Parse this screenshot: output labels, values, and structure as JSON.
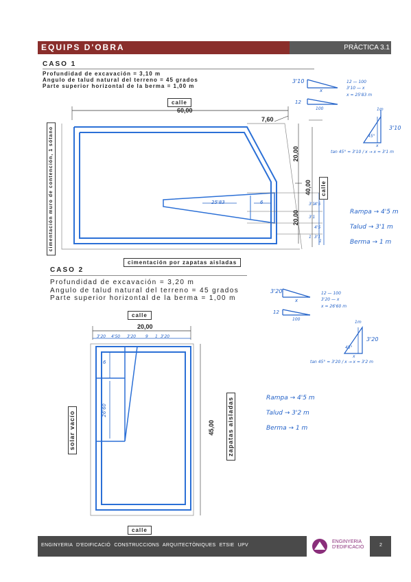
{
  "header": {
    "title": "EQUIPS D'OBRA",
    "practice": "PRÀCTICA 3.1"
  },
  "case1": {
    "title": "CASO 1",
    "lines": [
      "Profundidad de excavación = 3,10 m",
      "Angulo de talud natural del terreno = 45 grados",
      "Parte superior horizontal de la berma = 1,00 m"
    ],
    "drawing": {
      "street_label": "calle",
      "width_dim": "60,00",
      "offset_dim": "7,60",
      "right_dim_top": "20,00",
      "right_dim_mid": "40,00",
      "right_dim_bottom": "20,00",
      "right_street": "calle",
      "left_label": "cimentación muro de contención, 1 sótano",
      "bottom_label": "cimentación por zapatas aisladas",
      "ramp_len": "25'83",
      "ramp_end": "6",
      "small_dims": [
        "3'1",
        "4'5",
        "3'1",
        "4'5",
        "1",
        "3'1",
        "1"
      ]
    },
    "notes": {
      "ratio_top": "3'10",
      "ratio_x": "x",
      "ratio_12": "12",
      "ratio_100": "100",
      "calc1": "12 — 100",
      "calc2": "3'10 — x",
      "calc3": "x = 25'83 m",
      "tri_top": "1m",
      "tri_side": "3'10",
      "tri_angle": "45°",
      "tri_x": "x",
      "tan_formula": "tan 45° = 3'10 / x → x = 3'1 m",
      "rampa": "Rampa → 4'5 m",
      "talud": "Talud → 3'1 m",
      "berma": "Berma → 1 m"
    }
  },
  "case2": {
    "title": "CASO 2",
    "lines": [
      "Profundidad de excavación = 3,20 m",
      "Angulo de talud natural del terreno = 45 grados",
      "Parte superior horizontal de la berma = 1,00 m"
    ],
    "drawing": {
      "street_top": "calle",
      "street_bottom": "calle",
      "width_dim": "20,00",
      "height_dim": "45,00",
      "left_label": "solar vacío",
      "right_label": "zapatas aisladas",
      "segment_dims": [
        "3'20",
        "4'50",
        "3'20",
        "9",
        "1",
        "3'20"
      ],
      "ramp_a": "6",
      "ramp_b": "26'60"
    },
    "notes": {
      "ratio_top": "3'20",
      "ratio_x": "x",
      "ratio_12": "12",
      "ratio_100": "100",
      "calc1": "12 — 100",
      "calc2": "3'20 — x",
      "calc3": "x = 26'60 m",
      "tri_top": "1m",
      "tri_side": "3'20",
      "tri_angle": "45°",
      "tri_x": "x",
      "tan_formula": "tan 45° = 3'20 / x → x = 3'2 m",
      "rampa": "Rampa → 4'5 m",
      "talud": "Talud → 3'2 m",
      "berma": "Berma → 1 m"
    }
  },
  "footer": {
    "text": "ENGINYERIA D'EDIFICACIÓ   CONSTRUCCIONS ARQUITECTÒNIQUES   ETSIE   UPV",
    "logo_line1": "ENGINYERIA",
    "logo_line2": "D'EDIFICACIÓ",
    "page": "2"
  },
  "colors": {
    "header": "#8a2e2b",
    "header_right": "#5a5a5a",
    "footer": "#4a4a4a",
    "ink_blue": "#1f5fc7"
  }
}
